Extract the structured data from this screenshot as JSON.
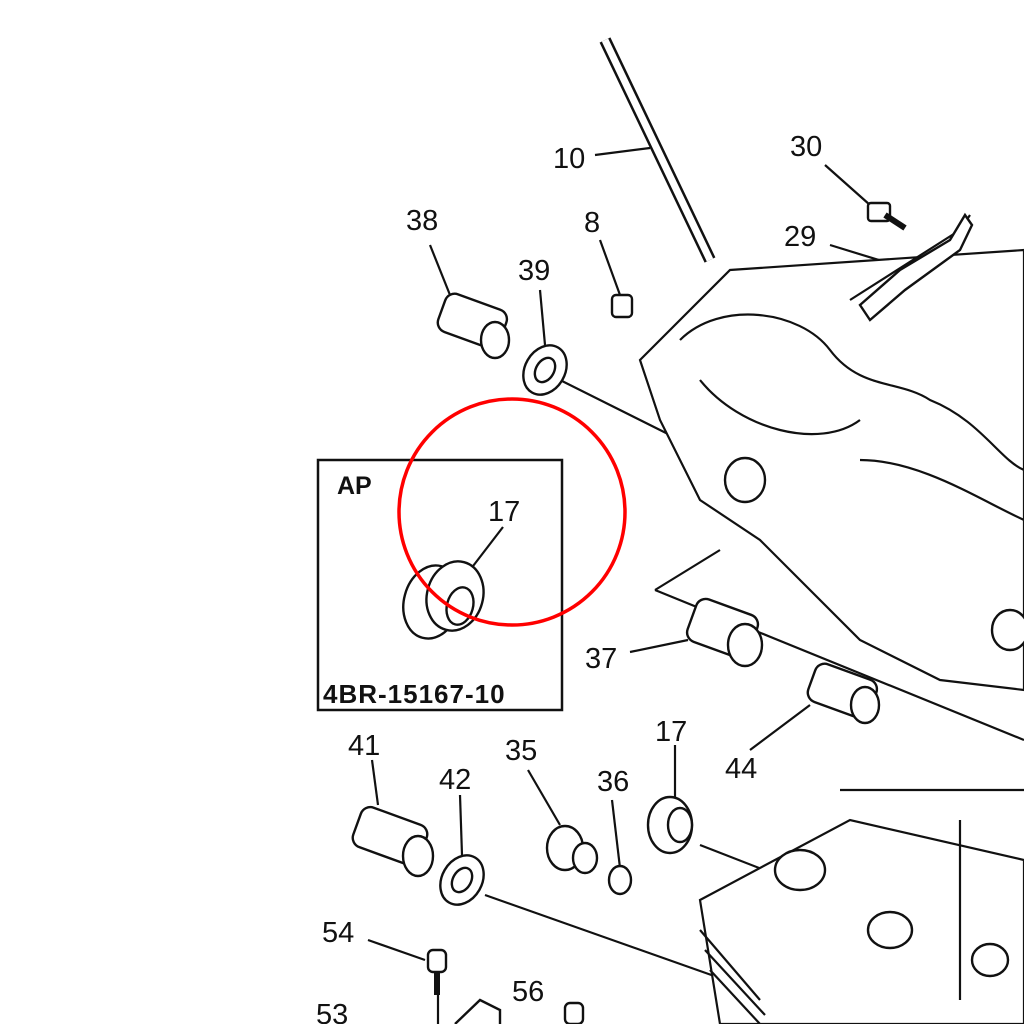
{
  "diagram": {
    "callouts": [
      "10",
      "30",
      "38",
      "8",
      "29",
      "39",
      "17",
      "37",
      "17",
      "44",
      "41",
      "35",
      "42",
      "36",
      "54",
      "56",
      "53"
    ],
    "inset": {
      "variant_code": "AP",
      "part_label": "17",
      "part_number": "4BR-15167-10"
    },
    "highlight_color": "#ff0000"
  }
}
